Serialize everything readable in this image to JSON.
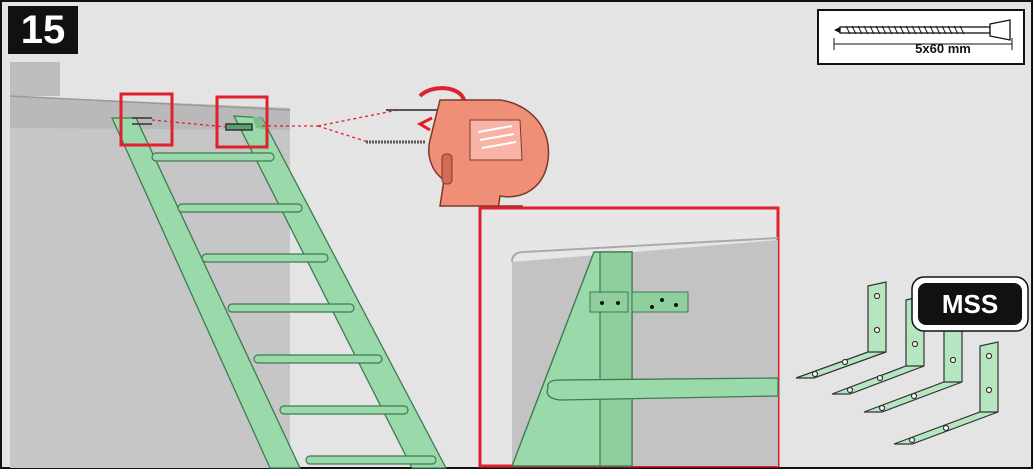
{
  "step": {
    "number": "15"
  },
  "screw": {
    "size_label": "5x60 mm",
    "icon": "screw-icon"
  },
  "hardware": {
    "label": "MSS",
    "icon": "angle-bracket-icon"
  },
  "colors": {
    "ladder_green": "#9ad9a9",
    "ladder_stroke": "#3f7a52",
    "callout_red": "#e0202a",
    "drill_orange": "#f08f78",
    "wall_gray": "#c8c8c8",
    "background_gray": "#e3e3e3"
  }
}
